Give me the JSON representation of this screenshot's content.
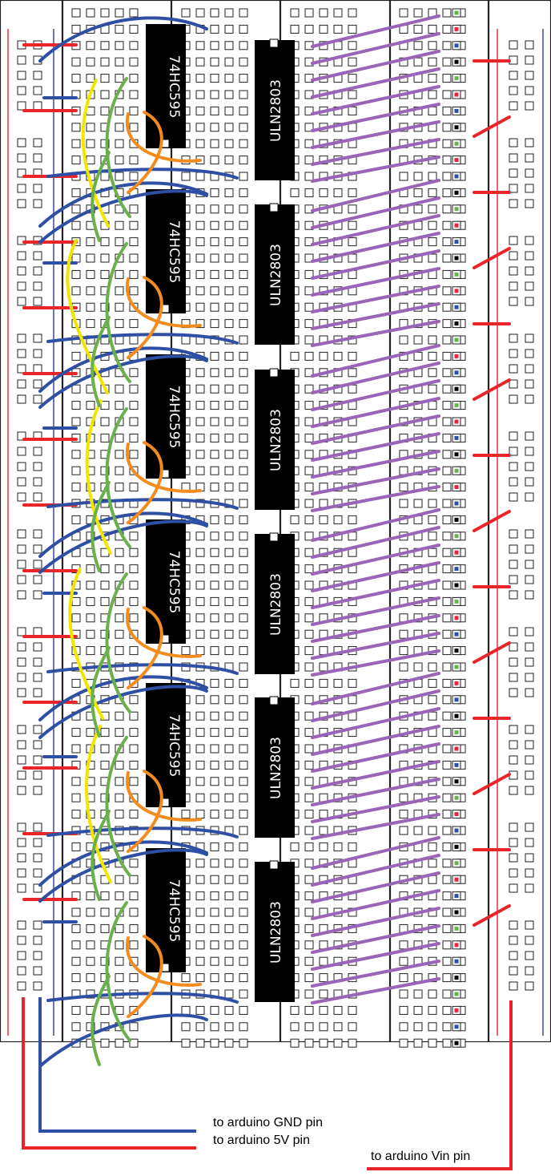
{
  "colors": {
    "background": "#ffffff",
    "board_outline": "#222222",
    "hole": "#222222",
    "chip": "#000000",
    "rail_red": "#e8252b",
    "rail_blue": "#2e3b9c",
    "wire_red": "#e8252b",
    "wire_blue": "#2e4fa3",
    "wire_yellow": "#f2e600",
    "wire_green": "#6ab04c",
    "wire_orange": "#f28c1f",
    "wire_purple": "#9a64b7",
    "led_green": "#6ab04c",
    "led_red": "#e8253f",
    "led_blue": "#2e4fa3",
    "led_black": "#000000"
  },
  "chips": {
    "shift_register_label": "74HC595",
    "driver_label": "ULN2803"
  },
  "labels": {
    "gnd": "to arduino GND pin",
    "v5": "to arduino 5V pin",
    "vin": "to arduino Vin pin"
  },
  "icons": {
    "breadboard": "breadboard-icon",
    "chip": "ic-chip-icon",
    "led": "led-icon"
  }
}
